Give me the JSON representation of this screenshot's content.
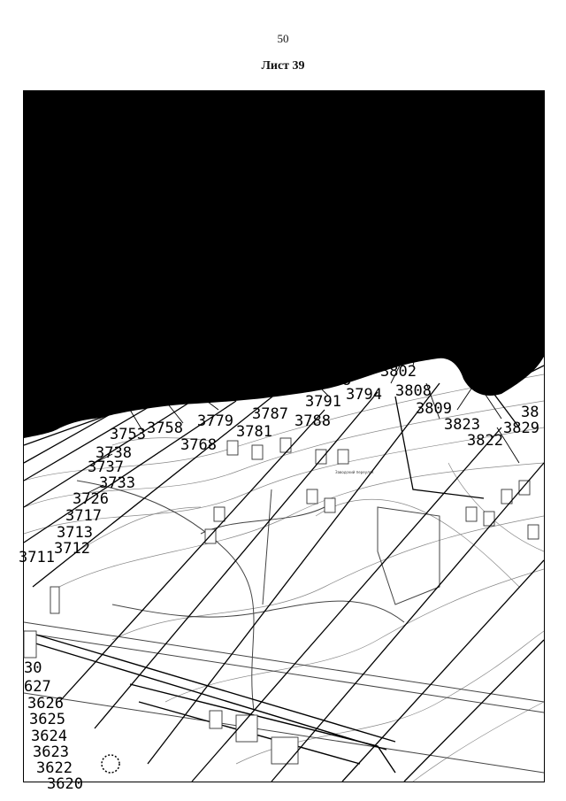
{
  "page": {
    "number": "50",
    "sheet_title": "Лист 39"
  },
  "map": {
    "sea_color": "#000000",
    "line_color": "#000000",
    "plot_labels": [
      "3798",
      "3802",
      "3808",
      "3809",
      "3823",
      "3829",
      "38",
      "3822",
      "3791",
      "3794",
      "3788",
      "3787",
      "3779",
      "3781",
      "3768",
      "3758",
      "3753",
      "3738",
      "3737",
      "3733",
      "3726",
      "3717",
      "3713",
      "3712",
      "3711",
      "30",
      "627",
      "3626",
      "3625",
      "3624",
      "3623",
      "3622",
      "3620"
    ],
    "small_text": [
      "Заводский переулок"
    ]
  }
}
